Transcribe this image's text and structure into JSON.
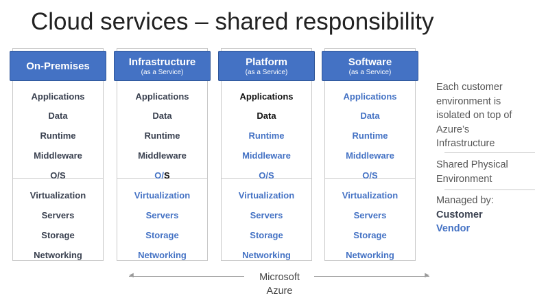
{
  "title": "Cloud services – shared responsibility",
  "colors": {
    "customer": "#3a4150",
    "vendor": "#4472c4",
    "header": "#4472c4"
  },
  "columns": [
    {
      "name": "On-Premises",
      "sub": "",
      "items": [
        [
          "Applications",
          "c"
        ],
        [
          "Data",
          "c"
        ],
        [
          "Runtime",
          "c"
        ],
        [
          "Middleware",
          "c"
        ],
        [
          "O/S",
          "c"
        ],
        [
          "Virtualization",
          "c"
        ],
        [
          "Servers",
          "c"
        ],
        [
          "Storage",
          "c"
        ],
        [
          "Networking",
          "c"
        ]
      ]
    },
    {
      "name": "Infrastructure",
      "sub": "(as a Service)",
      "items": [
        [
          "Applications",
          "c"
        ],
        [
          "Data",
          "c"
        ],
        [
          "Runtime",
          "c"
        ],
        [
          "Middleware",
          "c"
        ],
        [
          "O/S",
          "split"
        ],
        [
          "Virtualization",
          "v"
        ],
        [
          "Servers",
          "v"
        ],
        [
          "Storage",
          "v"
        ],
        [
          "Networking",
          "v"
        ]
      ]
    },
    {
      "name": "Platform",
      "sub": "(as a Service)",
      "items": [
        [
          "Applications",
          "k"
        ],
        [
          "Data",
          "k"
        ],
        [
          "Runtime",
          "v"
        ],
        [
          "Middleware",
          "v"
        ],
        [
          "O/S",
          "v"
        ],
        [
          "Virtualization",
          "v"
        ],
        [
          "Servers",
          "v"
        ],
        [
          "Storage",
          "v"
        ],
        [
          "Networking",
          "v"
        ]
      ]
    },
    {
      "name": "Software",
      "sub": "(as a Service)",
      "items": [
        [
          "Applications",
          "v"
        ],
        [
          "Data",
          "v"
        ],
        [
          "Runtime",
          "v"
        ],
        [
          "Middleware",
          "v"
        ],
        [
          "O/S",
          "v"
        ],
        [
          "Virtualization",
          "v"
        ],
        [
          "Servers",
          "v"
        ],
        [
          "Storage",
          "v"
        ],
        [
          "Networking",
          "v"
        ]
      ]
    }
  ],
  "side": {
    "isolated": "Each customer environment is isolated on top of Azure’s Infrastructure",
    "shared": "Shared Physical Environment",
    "managed_by": "Managed by:",
    "customer": "Customer",
    "vendor": "Vendor"
  },
  "azure_label": "Microsoft Azure"
}
